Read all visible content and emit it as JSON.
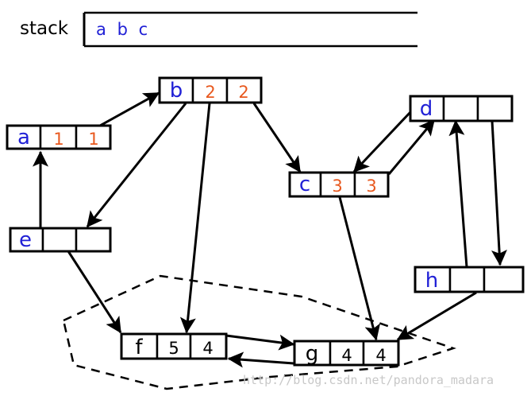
{
  "stack": {
    "label": "stack",
    "items": [
      "a",
      "b",
      "c"
    ]
  },
  "nodes": {
    "a": {
      "name": "a",
      "v1": "1",
      "v2": "1"
    },
    "b": {
      "name": "b",
      "v1": "2",
      "v2": "2"
    },
    "c": {
      "name": "c",
      "v1": "3",
      "v2": "3"
    },
    "d": {
      "name": "d",
      "v1": "",
      "v2": ""
    },
    "e": {
      "name": "e",
      "v1": "",
      "v2": ""
    },
    "h": {
      "name": "h",
      "v1": "",
      "v2": ""
    },
    "f": {
      "name": "f",
      "v1": "5",
      "v2": "4"
    },
    "g": {
      "name": "g",
      "v1": "4",
      "v2": "4"
    }
  },
  "edges": [
    {
      "from": "a",
      "to": "b"
    },
    {
      "from": "b",
      "to": "c"
    },
    {
      "from": "b",
      "to": "e"
    },
    {
      "from": "b",
      "to": "f"
    },
    {
      "from": "e",
      "to": "a"
    },
    {
      "from": "e",
      "to": "f"
    },
    {
      "from": "c",
      "to": "d"
    },
    {
      "from": "d",
      "to": "c"
    },
    {
      "from": "d",
      "to": "h"
    },
    {
      "from": "h",
      "to": "d"
    },
    {
      "from": "c",
      "to": "g"
    },
    {
      "from": "h",
      "to": "g"
    },
    {
      "from": "f",
      "to": "g"
    },
    {
      "from": "g",
      "to": "f"
    }
  ],
  "colors": {
    "name": "#2121d6",
    "visited_value": "#e8581e",
    "plain_value": "#000000",
    "line": "#000000"
  },
  "watermark": "http://blog.csdn.net/pandora_madara"
}
